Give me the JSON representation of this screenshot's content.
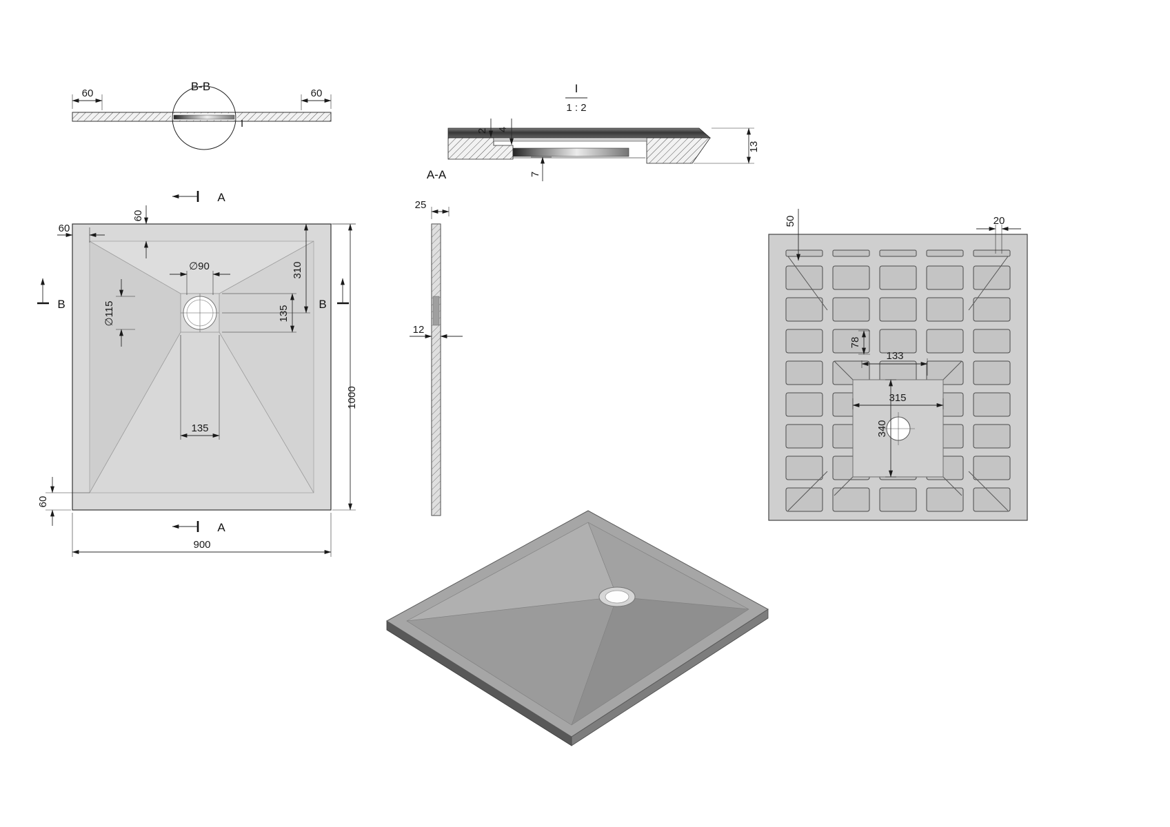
{
  "drawing": {
    "section_bb": {
      "title": "B-B",
      "dim_left": "60",
      "dim_right": "60",
      "detail_mark": "I"
    },
    "detail_i": {
      "title": "I",
      "scale": "1 : 2",
      "dim_2": "2",
      "dim_4": "4",
      "dim_7": "7",
      "dim_13": "13",
      "section_label": "A-A"
    },
    "plan": {
      "cut_a": "A",
      "cut_b": "B",
      "dim_rim_top_left": "60",
      "dim_rim_top": "60",
      "dim_dia_90": "∅90",
      "dim_dia_115": "∅115",
      "dim_310": "310",
      "dim_135_vertical": "135",
      "dim_135_horizontal": "135",
      "dim_1000": "1000",
      "dim_900": "900",
      "dim_rim_bottom": "60"
    },
    "side": {
      "dim_25": "25",
      "dim_12": "12"
    },
    "bottom": {
      "dim_50": "50",
      "dim_20": "20",
      "dim_78": "78",
      "dim_133": "133",
      "dim_315": "315",
      "dim_340": "340"
    }
  },
  "colors": {
    "background": "#ffffff",
    "tray_fill": "#d7d7d7",
    "grid_fill": "#cfcfcf",
    "slot_fill": "#c6c6c6",
    "dark_section": "#3d3d3d",
    "line": "#222222"
  }
}
